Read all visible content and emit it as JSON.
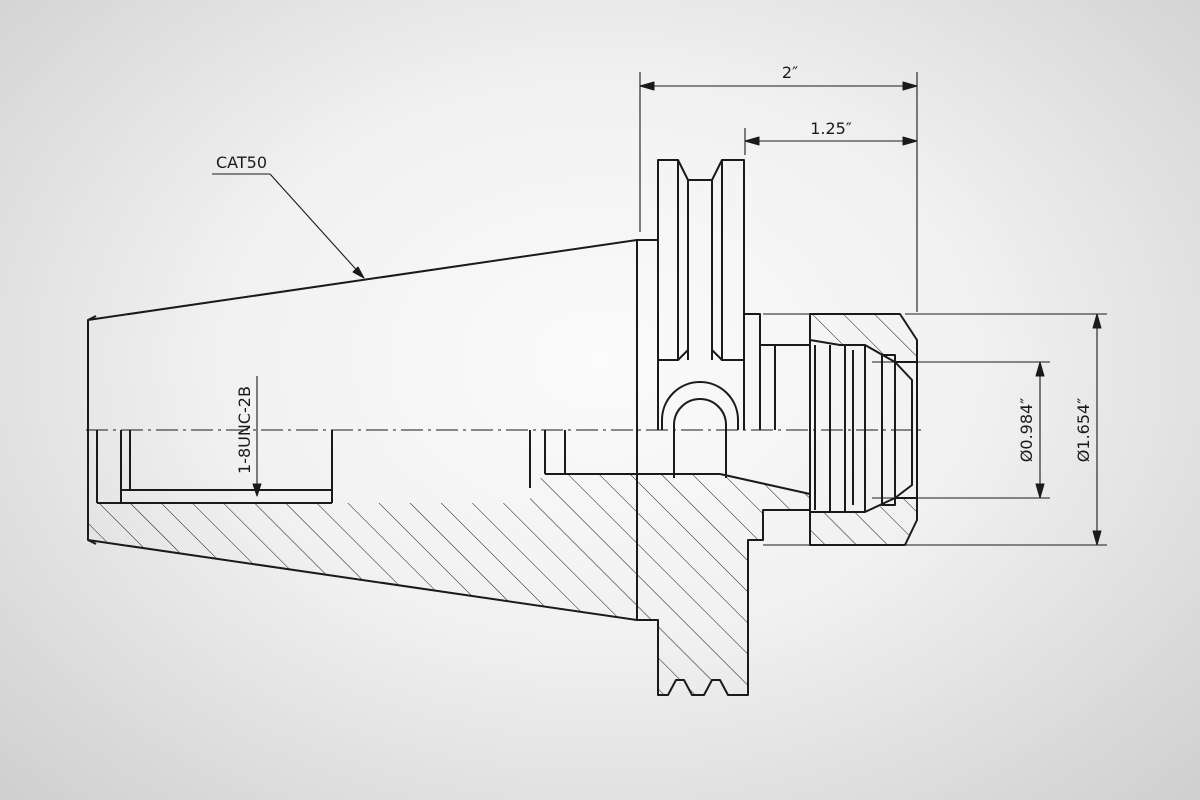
{
  "labels": {
    "taper": "CAT50",
    "thread": "1-8UNC-2B",
    "overall_length": "2″",
    "nut_length": "1.25″",
    "bore_diameter": "Ø0.984″",
    "nut_diameter": "Ø1.654″"
  },
  "colors": {
    "line": "#1a1a1a",
    "background": "#f1f1f1"
  }
}
